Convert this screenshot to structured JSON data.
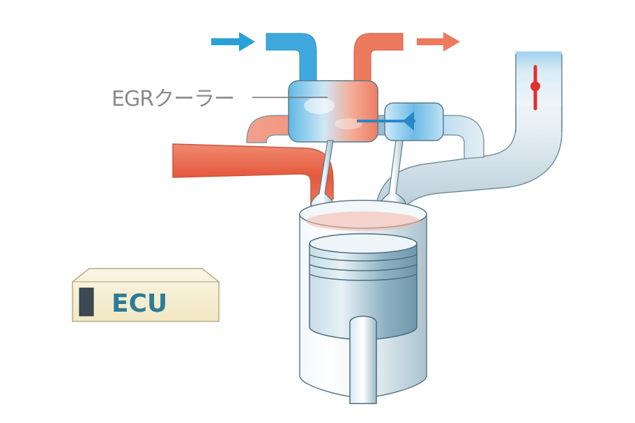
{
  "labels": {
    "egr_cooler": "EGRクーラー",
    "ecu": "ECU"
  },
  "colors": {
    "hot": "#e8614a",
    "cold": "#2aa0d8",
    "pipe": "#e9f1f5",
    "valve_red": "#e03030",
    "outline": "#5b7a88",
    "ecu_text": "#2e7c97"
  },
  "icons": {
    "coolant_in": "arrow-right-blue",
    "coolant_out": "arrow-right-orange",
    "throttle": "throttle-valve-red"
  }
}
